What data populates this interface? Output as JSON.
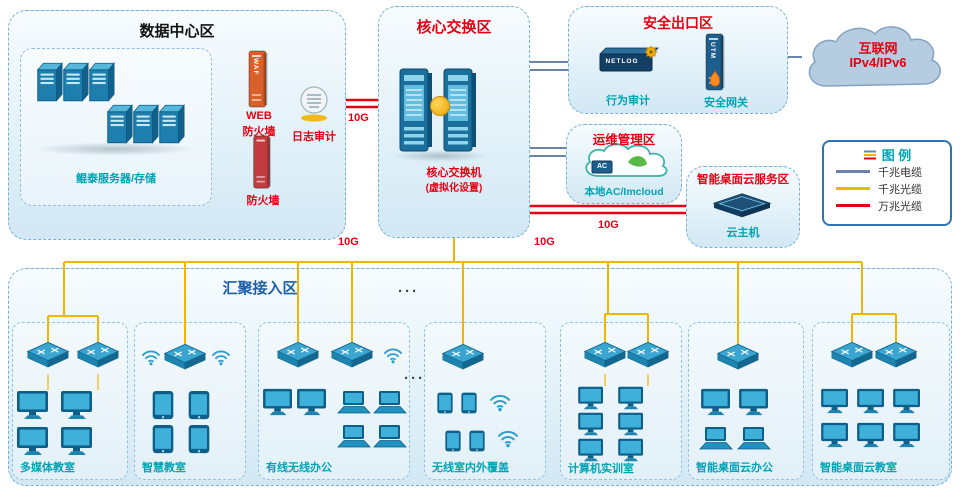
{
  "datacenter": {
    "title": "数据中心区",
    "server_label": "鲲泰服务器/存储",
    "waf_text": "WAF",
    "waf_label_1": "WEB",
    "waf_label_2": "防火墙",
    "log_label": "日志审计",
    "fw_label": "防火墙"
  },
  "core": {
    "title": "核心交换区",
    "label_1": "核心交换机",
    "label_2": "(虚拟化设置)"
  },
  "security": {
    "title": "安全出口区",
    "netlog_text": "NETLOG",
    "behavior_label": "行为审计",
    "utm_text": "UTM",
    "gateway_label": "安全网关"
  },
  "internet": {
    "line1": "互联网",
    "line2": "IPv4/IPv6"
  },
  "ops": {
    "title": "运维管理区",
    "ac_text": "AC",
    "label": "本地AC/Imcloud"
  },
  "cloud_service": {
    "title": "智能桌面云服务区",
    "label": "云主机"
  },
  "legend": {
    "title": "图 例",
    "items": [
      {
        "label": "千兆电缆",
        "color": "#6b84ad"
      },
      {
        "label": "千兆光缆",
        "color": "#f2b600"
      },
      {
        "label": "万兆光缆",
        "color": "#e60012"
      }
    ]
  },
  "aggregation": {
    "title": "汇聚接入区",
    "dots": "···",
    "rooms": [
      {
        "label": "多媒体教室"
      },
      {
        "label": "智慧教室"
      },
      {
        "label": "有线无线办公"
      },
      {
        "label": "无线室内外覆盖"
      },
      {
        "label": "计算机实训室"
      },
      {
        "label": "智能桌面云办公"
      },
      {
        "label": "智能桌面云教室"
      }
    ]
  },
  "links": {
    "ten_g": "10G"
  }
}
